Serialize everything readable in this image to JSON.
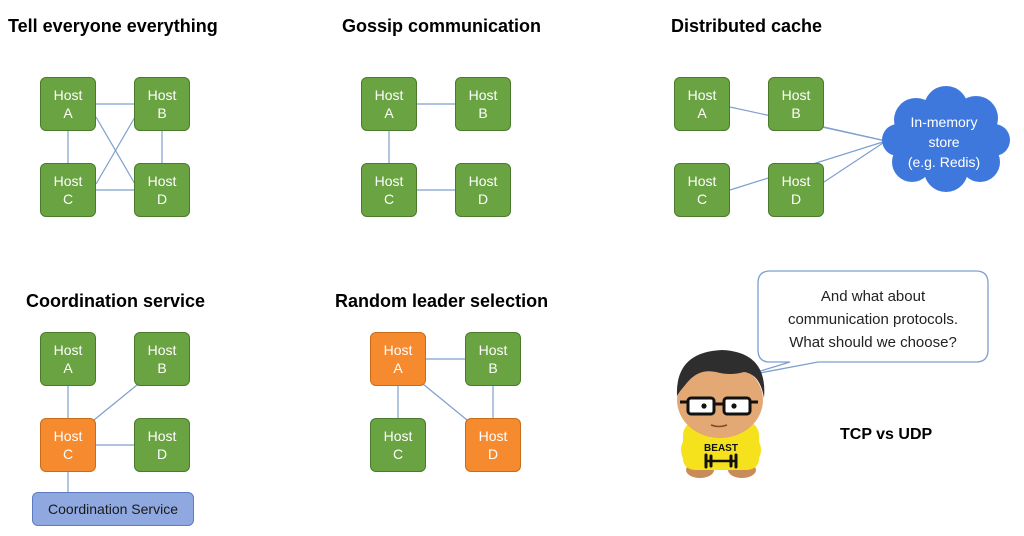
{
  "titles": {
    "tell_everyone": "Tell everyone everything",
    "gossip": "Gossip communication",
    "distributed_cache": "Distributed cache",
    "coordination": "Coordination service",
    "random_leader": "Random leader selection"
  },
  "host_word": "Host",
  "letters": {
    "a": "A",
    "b": "B",
    "c": "C",
    "d": "D"
  },
  "colors": {
    "host": "#6aa342",
    "leader": "#f58a2e",
    "coordination_box": "#8fa8e0",
    "cloud": "#3f78dc",
    "line": "#7e9fcf"
  },
  "cloud_lines": [
    "In-memory",
    "store",
    "(e.g. Redis)"
  ],
  "coordination_box_label": "Coordination Service",
  "bubble_lines": [
    "And what about",
    "communication protocols.",
    "What should we choose?"
  ],
  "shirt_label": "BEAST",
  "tcp_udp": "TCP vs UDP"
}
